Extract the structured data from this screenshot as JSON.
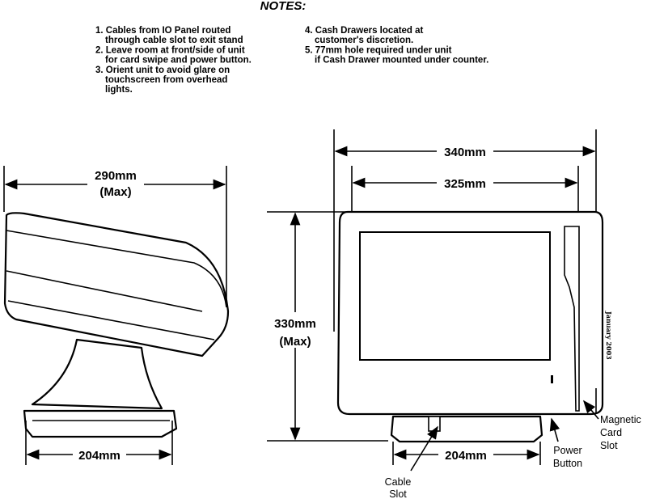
{
  "notes": {
    "title": "NOTES:",
    "left": [
      [
        "1. Cables from IO Panel routed",
        "    through cable slot to exit stand"
      ],
      [
        "2. Leave room at front/side of unit",
        "    for card swipe and power button."
      ],
      [
        "3. Orient unit to avoid glare on",
        "    touchscreen from overhead",
        "    lights."
      ]
    ],
    "right": [
      [
        "4. Cash Drawers located at",
        "    customer's discretion."
      ],
      [
        "5. 77mm hole required under unit",
        "    if Cash Drawer mounted under counter."
      ]
    ]
  },
  "side_view": {
    "width_label": "290mm",
    "width_sub": "(Max)",
    "base_label": "204mm"
  },
  "front_view": {
    "outer_width": "340mm",
    "inner_width": "325mm",
    "height_label": "330mm",
    "height_sub": "(Max)",
    "base_label": "204mm",
    "callouts": {
      "cable_slot": [
        "Cable",
        "Slot"
      ],
      "power_button": [
        "Power",
        "Button"
      ],
      "card_slot": [
        "Magnetic",
        "Card",
        "Slot"
      ]
    },
    "date_stamp": "January 2003"
  }
}
